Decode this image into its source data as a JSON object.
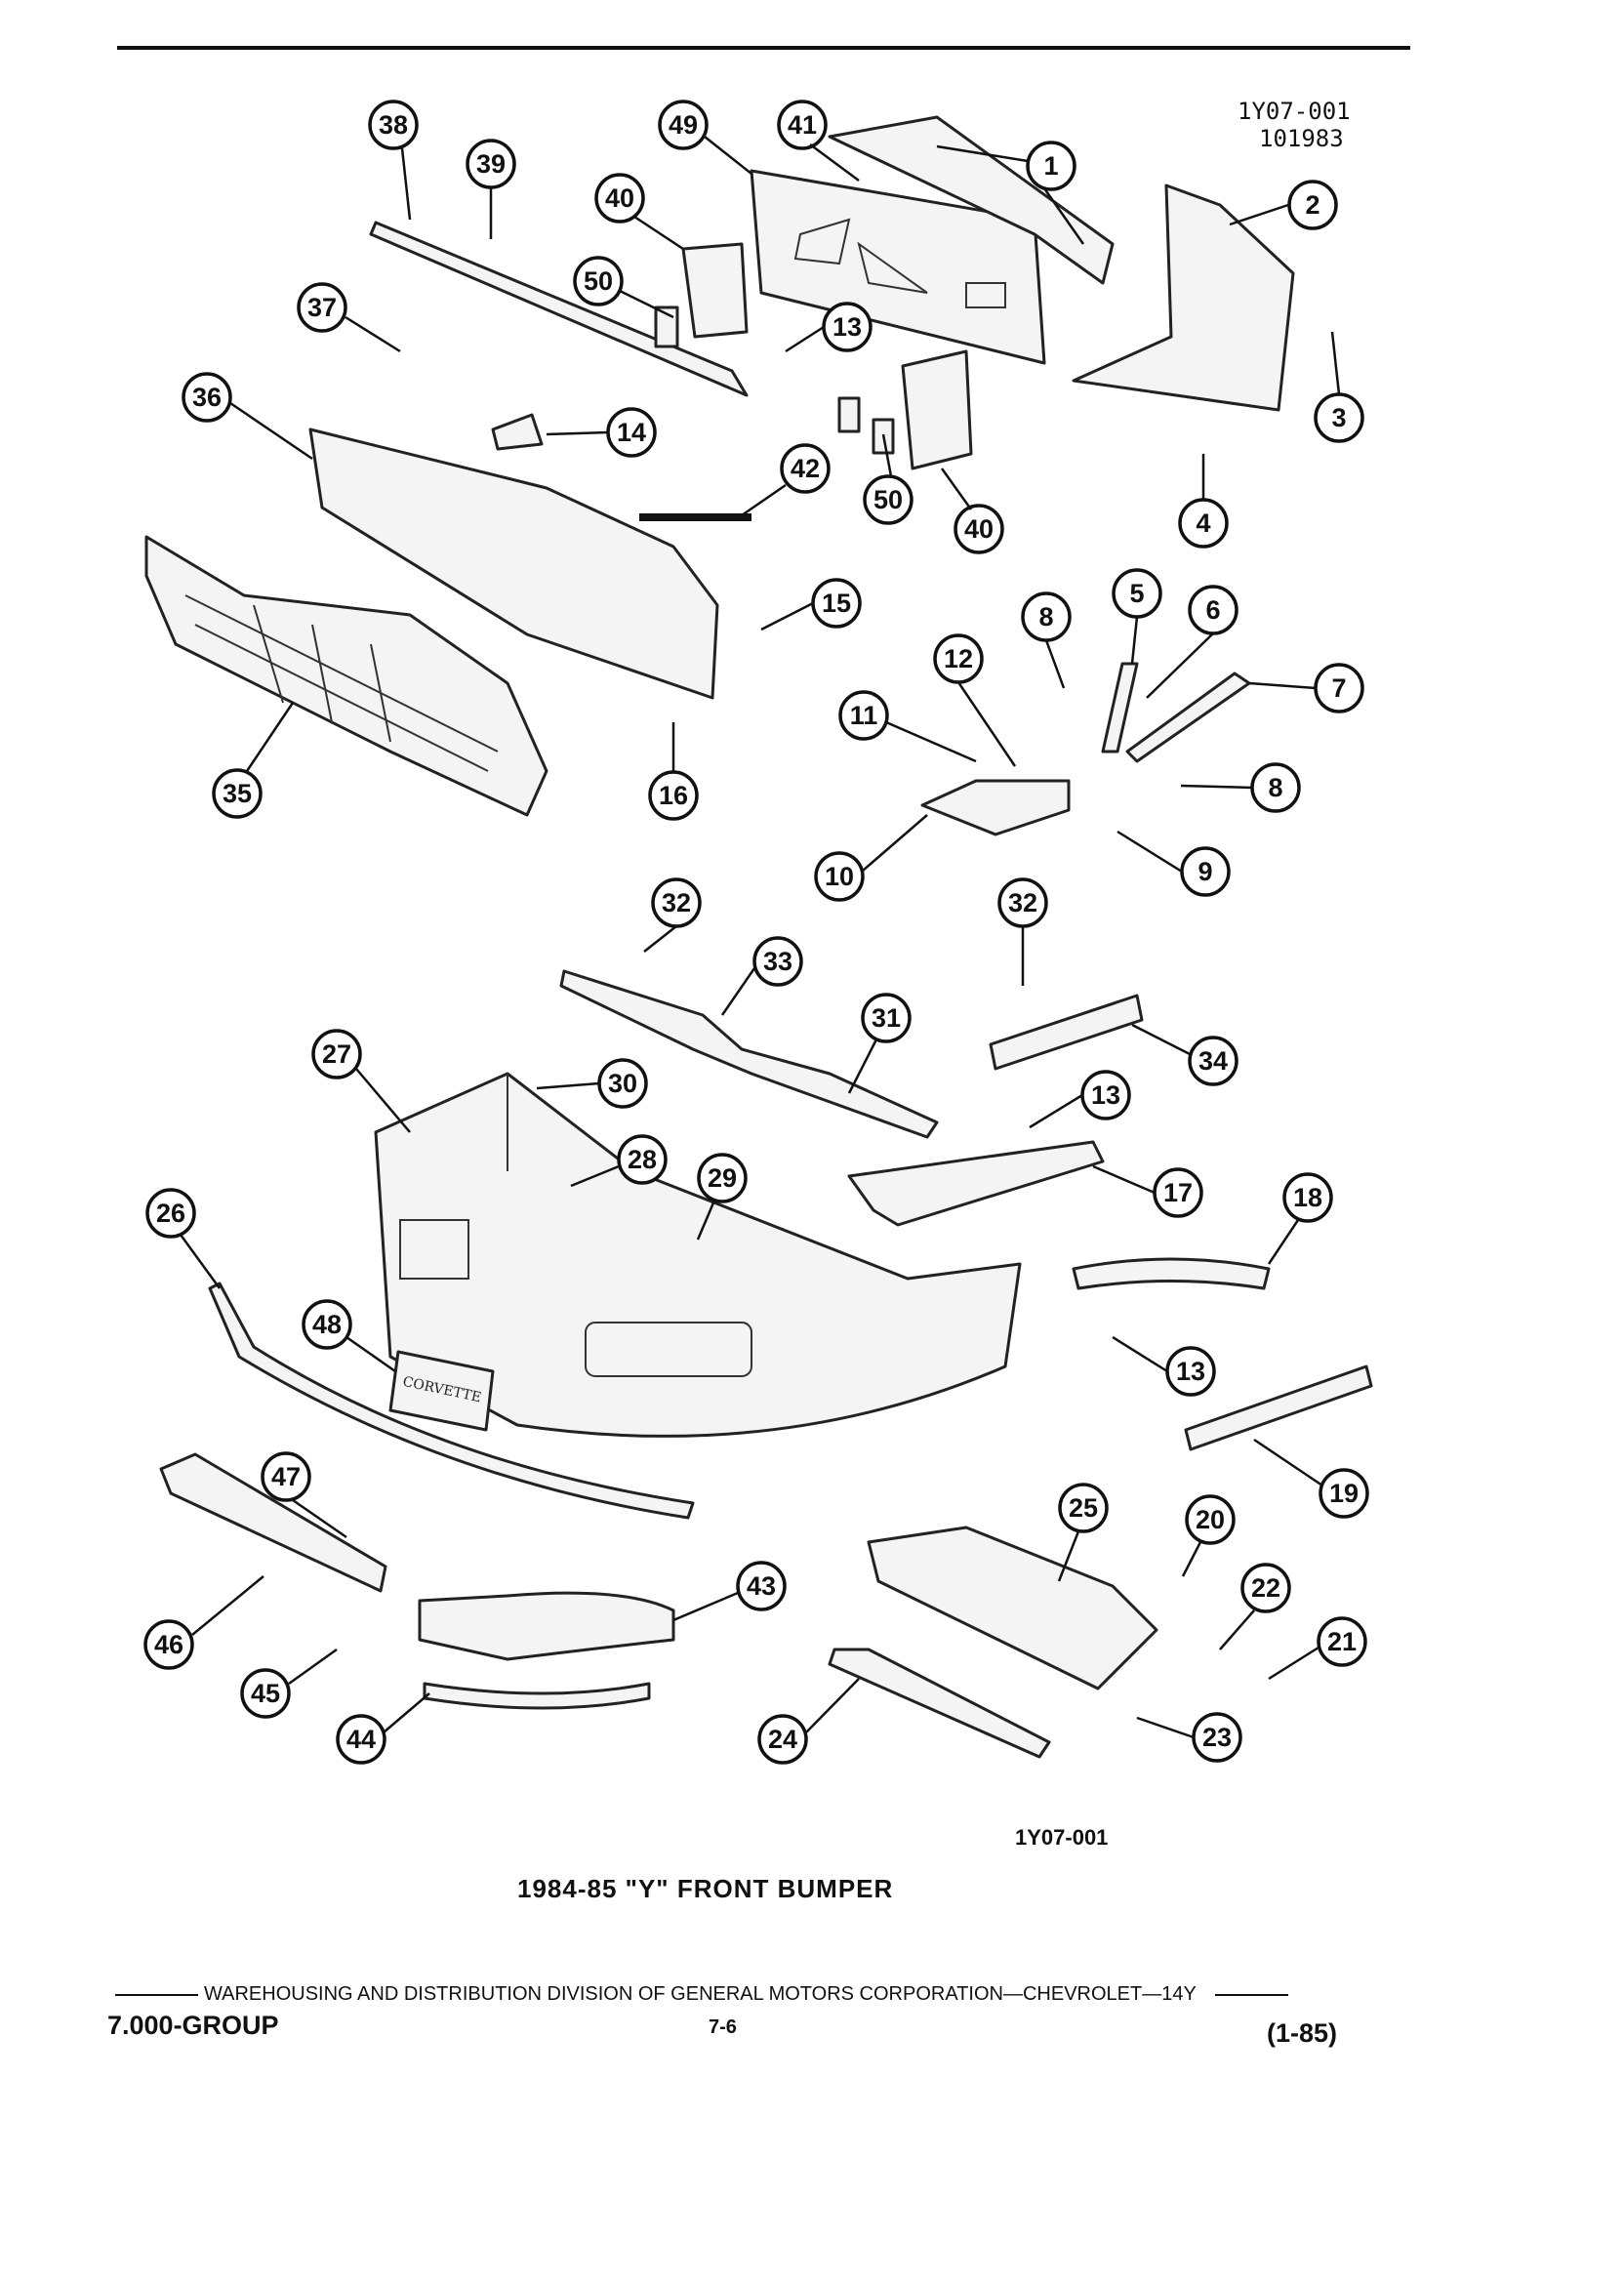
{
  "diagram_code": "1Y07-001",
  "diagram_date": "101983",
  "figure_code": "1Y07-001",
  "title": "1984-85 \"Y\" FRONT BUMPER",
  "footer_source": "WAREHOUSING AND DISTRIBUTION  DIVISION OF GENERAL MOTORS CORPORATION—CHEVROLET—14Y",
  "group_label": "7.000-GROUP",
  "page_number": "7-6",
  "revision": "(1-85)",
  "emblem_text": "CORVETTE",
  "callouts": [
    "1",
    "2",
    "3",
    "4",
    "5",
    "6",
    "7",
    "8",
    "8",
    "9",
    "10",
    "11",
    "12",
    "13",
    "13",
    "13",
    "13",
    "14",
    "15",
    "16",
    "17",
    "18",
    "19",
    "20",
    "21",
    "22",
    "23",
    "24",
    "25",
    "26",
    "27",
    "28",
    "29",
    "30",
    "31",
    "32",
    "32",
    "33",
    "34",
    "35",
    "36",
    "37",
    "38",
    "39",
    "40",
    "40",
    "41",
    "42",
    "43",
    "44",
    "45",
    "46",
    "47",
    "48",
    "49",
    "50",
    "50"
  ]
}
